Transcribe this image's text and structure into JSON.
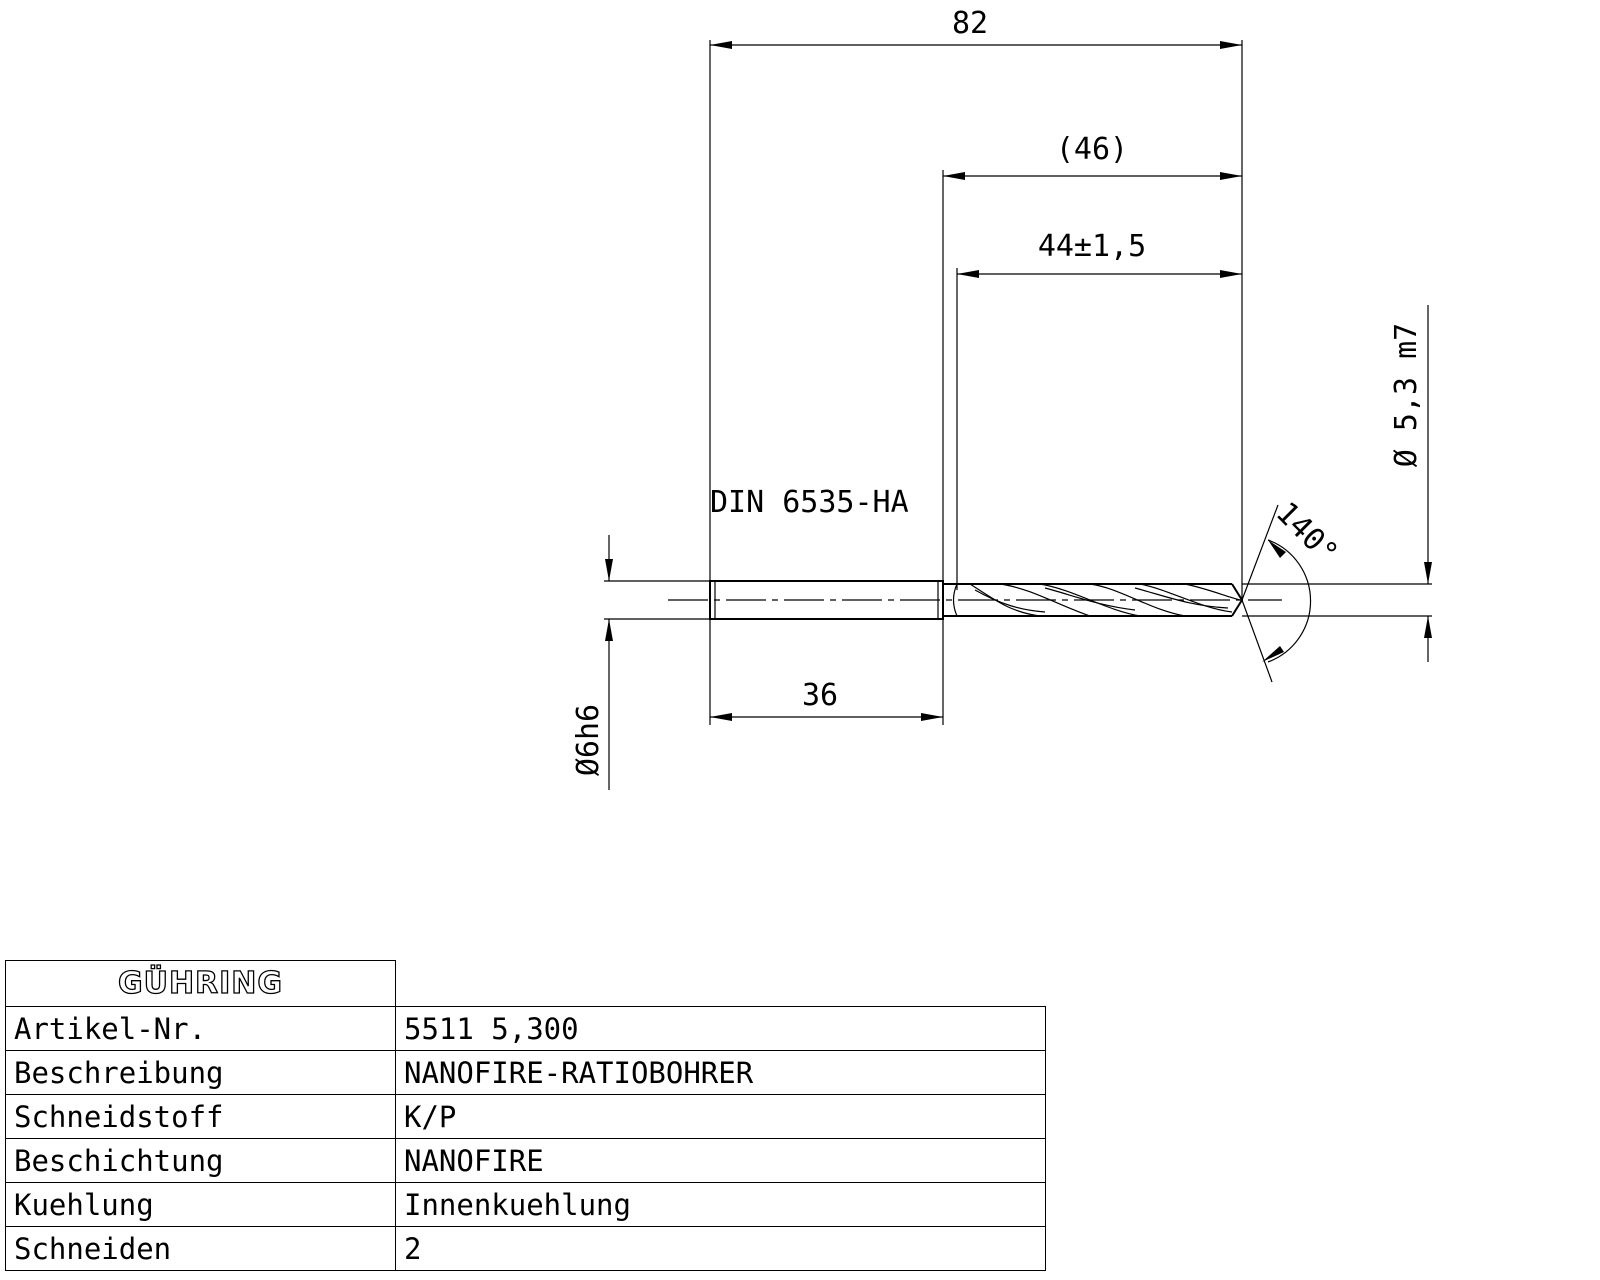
{
  "drawing": {
    "dim_total_length": "82",
    "dim_flute_ref": "(46)",
    "dim_flute_length": "44±1,5",
    "dim_shank_length": "36",
    "dim_diameter": "Ø 5,3 m7",
    "dim_shank_diameter": "Ø6h6",
    "point_angle": "140°",
    "standard_label": "DIN 6535-HA"
  },
  "logo": "GÜHRING",
  "spec_table": {
    "rows": [
      {
        "key": "Artikel-Nr.",
        "value": "5511 5,300"
      },
      {
        "key": "Beschreibung",
        "value": "NANOFIRE-RATIOBOHRER"
      },
      {
        "key": "Schneidstoff",
        "value": "K/P"
      },
      {
        "key": "Beschichtung",
        "value": "NANOFIRE"
      },
      {
        "key": "Kuehlung",
        "value": "Innenkuehlung"
      },
      {
        "key": "Schneiden",
        "value": "2"
      }
    ]
  }
}
